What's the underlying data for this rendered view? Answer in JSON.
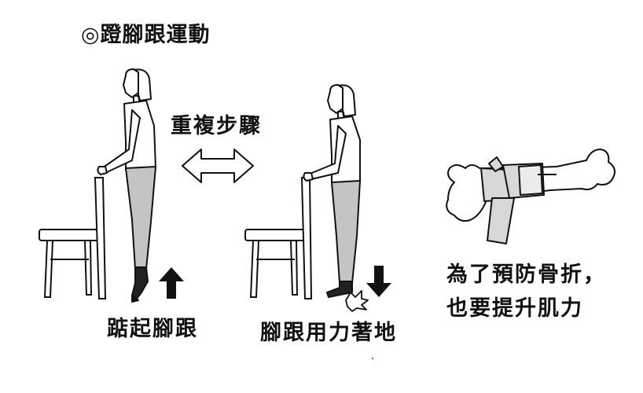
{
  "title": "◎蹬腳跟運動",
  "steps": {
    "repeat_label": "重複步驟",
    "step1_label": "踮起腳跟",
    "step2_label": "腳跟用力著地"
  },
  "message": {
    "line1": "為了預防骨折，",
    "line2": "也要提升肌力"
  },
  "colors": {
    "line": "#111111",
    "pants": "#c4c4c4",
    "bandage": "#d8d8d8",
    "background": "#ffffff"
  }
}
